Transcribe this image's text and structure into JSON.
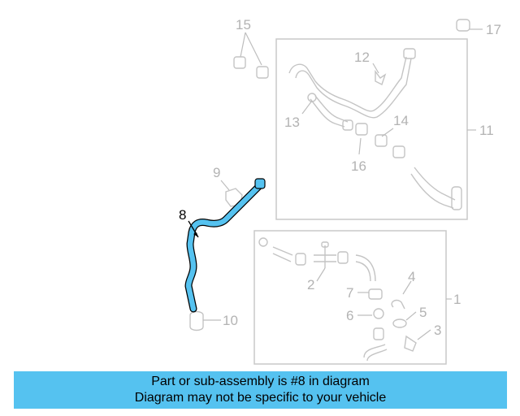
{
  "diagram": {
    "highlight_color": "#55c2f0",
    "callouts": {
      "c1": "1",
      "c2": "2",
      "c3": "3",
      "c4": "4",
      "c5": "5",
      "c6": "6",
      "c7": "7",
      "c8": "8",
      "c9": "9",
      "c10": "10",
      "c11": "11",
      "c12": "12",
      "c13": "13",
      "c14": "14",
      "c15": "15",
      "c16": "16",
      "c17": "17"
    }
  },
  "banner": {
    "line1": "Part or sub-assembly is #8 in diagram",
    "line2": "Diagram may not be specific to your vehicle",
    "color": "#55c2f0"
  }
}
